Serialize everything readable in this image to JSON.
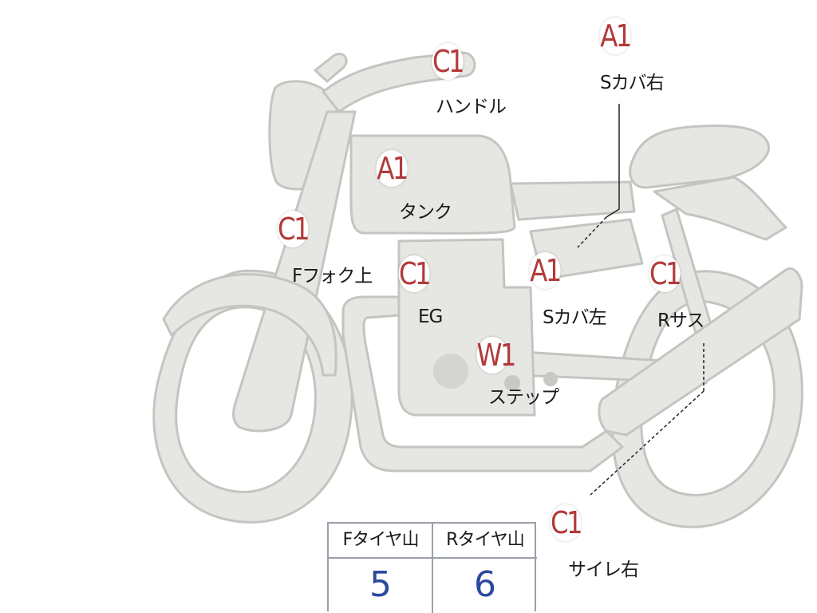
{
  "colors": {
    "body_fill": "#e6e6e3",
    "body_stroke": "#bfbfbb",
    "grade_text": "#b23a3a",
    "tire_value": "#2c4a9c"
  },
  "parts": [
    {
      "id": "handle",
      "grade": "C1",
      "label": "ハンドル"
    },
    {
      "id": "side-cover-right",
      "grade": "A1",
      "label": "Sカバ右"
    },
    {
      "id": "tank",
      "grade": "A1",
      "label": "タンク"
    },
    {
      "id": "front-fork-upper",
      "grade": "C1",
      "label": "Fフォク上"
    },
    {
      "id": "engine",
      "grade": "C1",
      "label": "EG"
    },
    {
      "id": "side-cover-left",
      "grade": "A1",
      "label": "Sカバ左"
    },
    {
      "id": "rear-suspension",
      "grade": "C1",
      "label": "Rサス"
    },
    {
      "id": "step",
      "grade": "W1",
      "label": "ステップ"
    },
    {
      "id": "muffler-right",
      "grade": "C1",
      "label": "サイレ右"
    }
  ],
  "tire_table": {
    "front_header": "Fタイヤ山",
    "rear_header": "Rタイヤ山",
    "front_value": "5",
    "rear_value": "6"
  }
}
